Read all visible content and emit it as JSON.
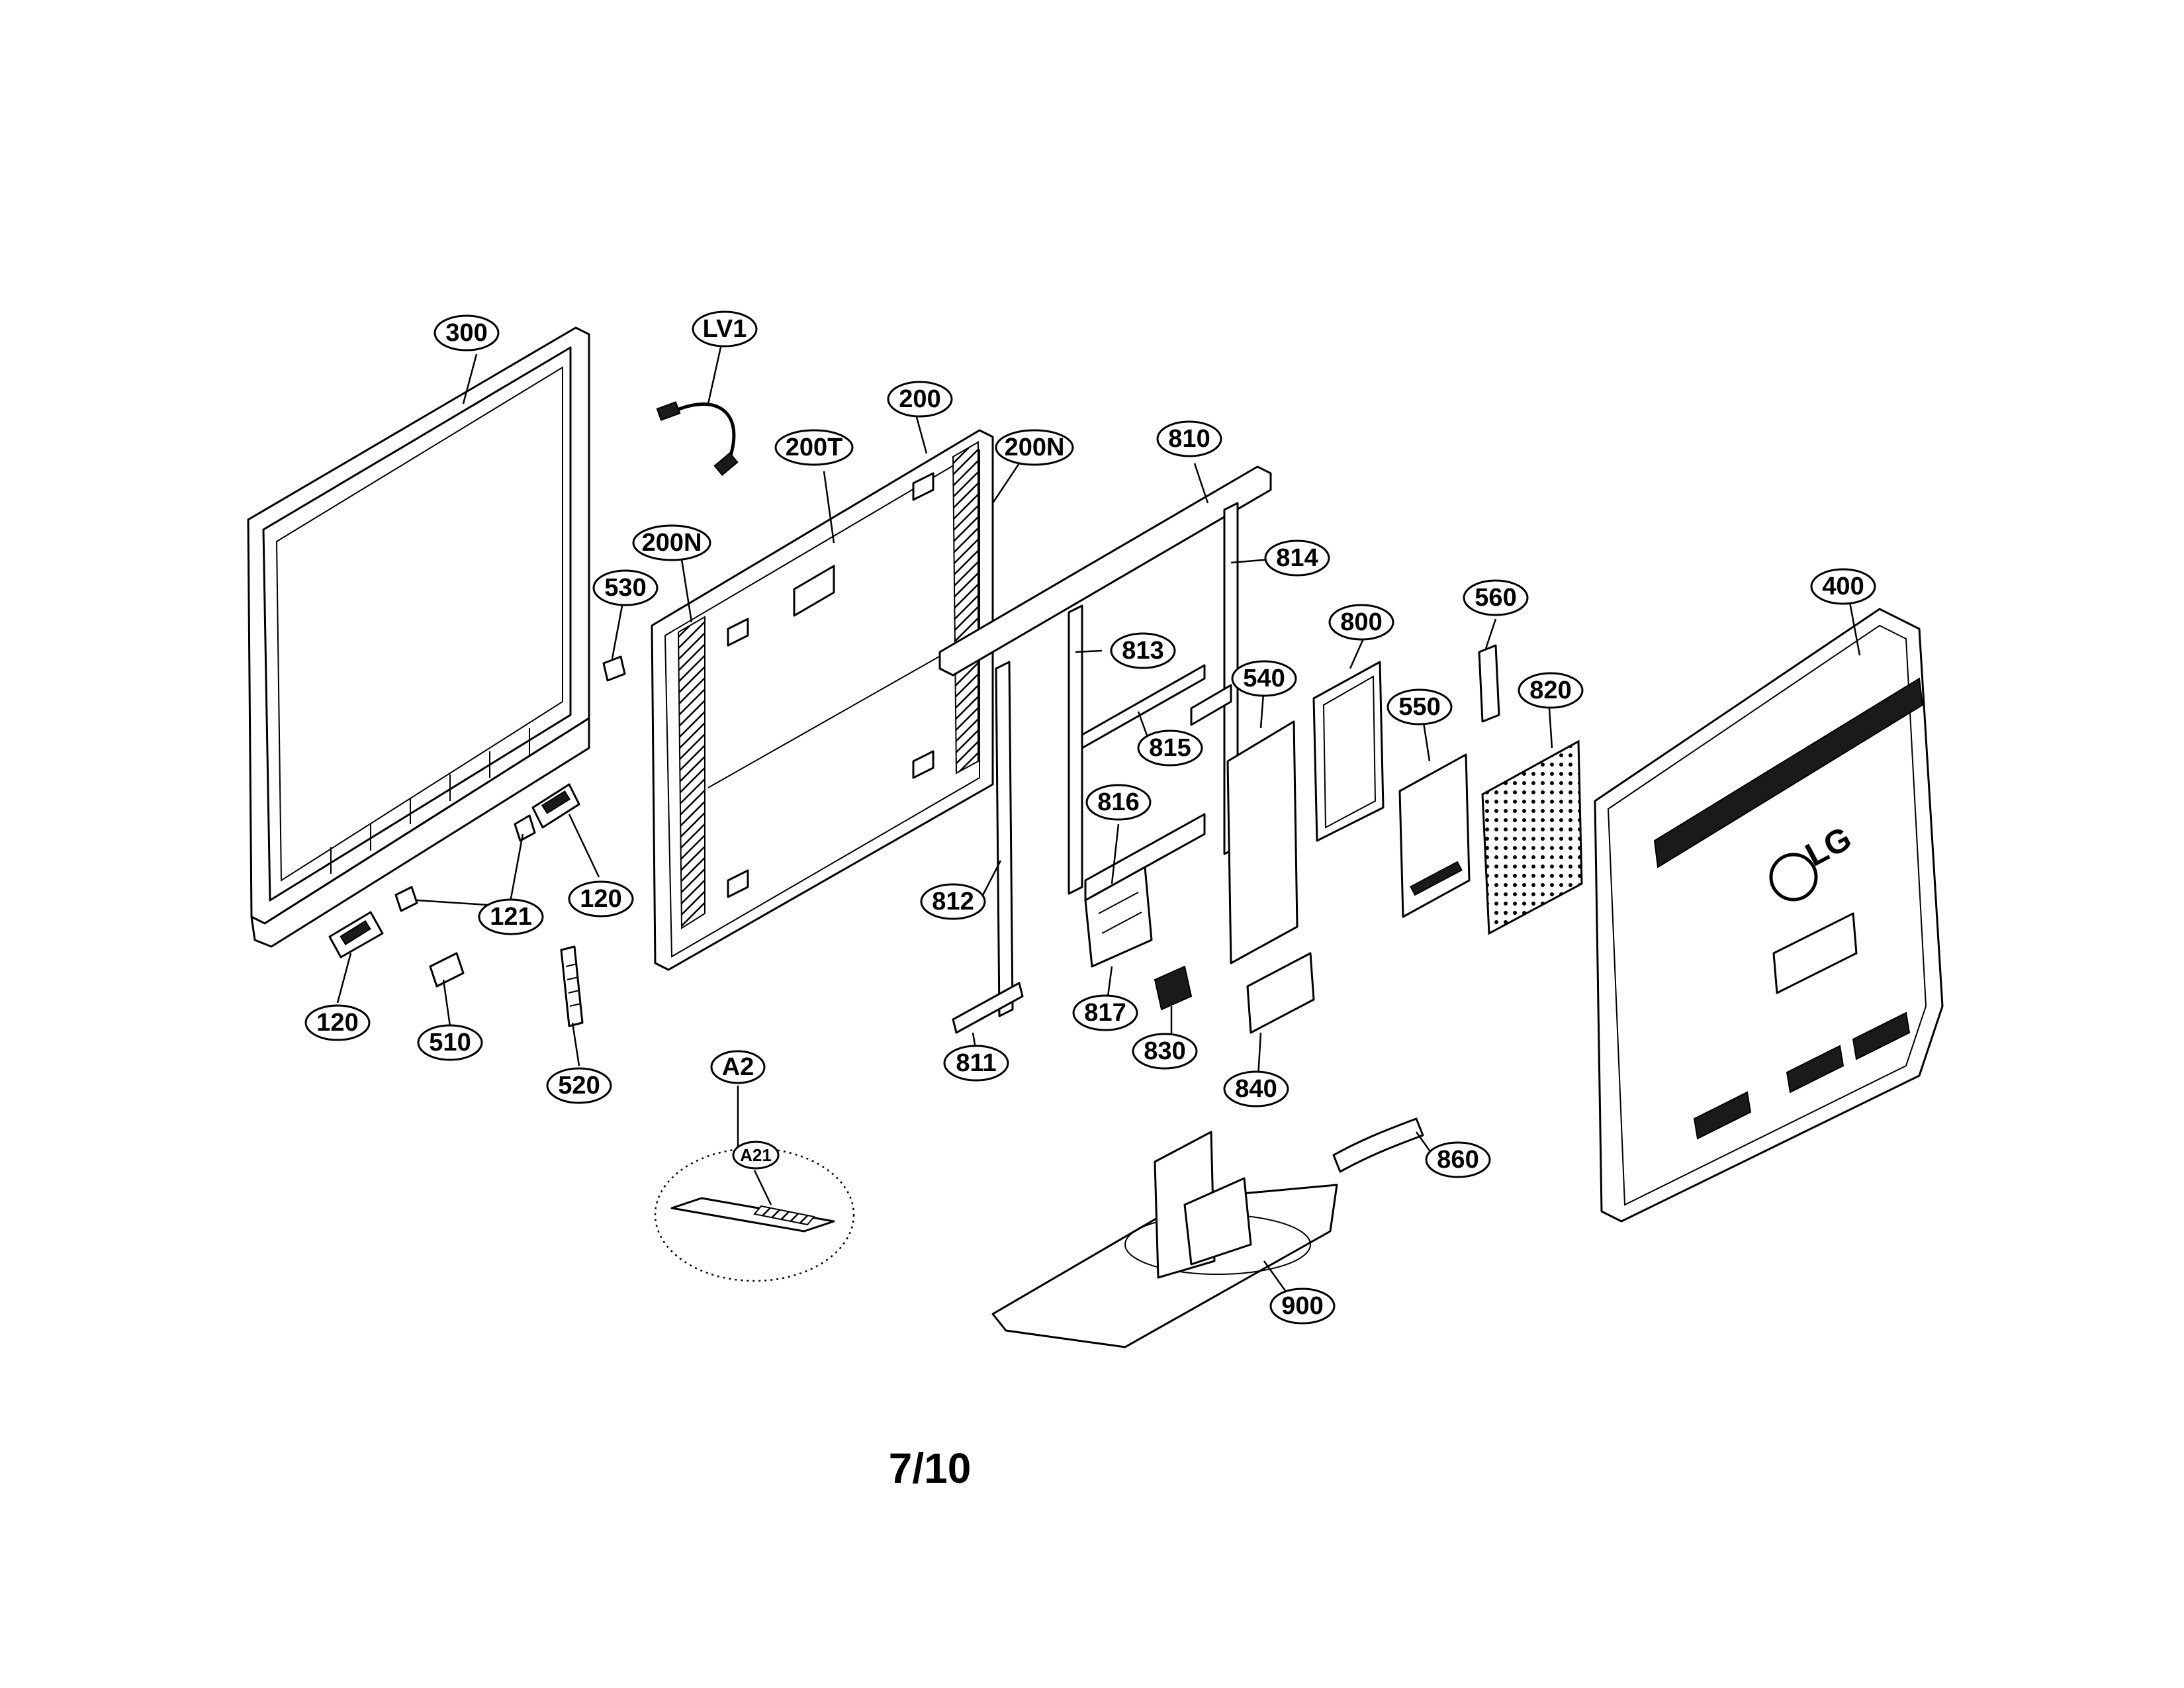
{
  "page_label": "7/10",
  "logo_text": "LG",
  "callouts": [
    {
      "id": "c-300",
      "label": "300"
    },
    {
      "id": "c-lv1",
      "label": "LV1"
    },
    {
      "id": "c-200",
      "label": "200"
    },
    {
      "id": "c-200t",
      "label": "200T"
    },
    {
      "id": "c-200n-top",
      "label": "200N"
    },
    {
      "id": "c-200n-left",
      "label": "200N"
    },
    {
      "id": "c-530",
      "label": "530"
    },
    {
      "id": "c-810",
      "label": "810"
    },
    {
      "id": "c-814",
      "label": "814"
    },
    {
      "id": "c-813",
      "label": "813"
    },
    {
      "id": "c-815",
      "label": "815"
    },
    {
      "id": "c-816",
      "label": "816"
    },
    {
      "id": "c-812",
      "label": "812"
    },
    {
      "id": "c-817",
      "label": "817"
    },
    {
      "id": "c-811",
      "label": "811"
    },
    {
      "id": "c-830",
      "label": "830"
    },
    {
      "id": "c-540",
      "label": "540"
    },
    {
      "id": "c-840",
      "label": "840"
    },
    {
      "id": "c-800",
      "label": "800"
    },
    {
      "id": "c-550",
      "label": "550"
    },
    {
      "id": "c-560",
      "label": "560"
    },
    {
      "id": "c-820",
      "label": "820"
    },
    {
      "id": "c-400",
      "label": "400"
    },
    {
      "id": "c-860",
      "label": "860"
    },
    {
      "id": "c-900",
      "label": "900"
    },
    {
      "id": "c-120-right",
      "label": "120"
    },
    {
      "id": "c-121",
      "label": "121"
    },
    {
      "id": "c-120-left",
      "label": "120"
    },
    {
      "id": "c-510",
      "label": "510"
    },
    {
      "id": "c-520",
      "label": "520"
    },
    {
      "id": "c-a2",
      "label": "A2"
    },
    {
      "id": "c-a21",
      "label": "A21"
    }
  ]
}
